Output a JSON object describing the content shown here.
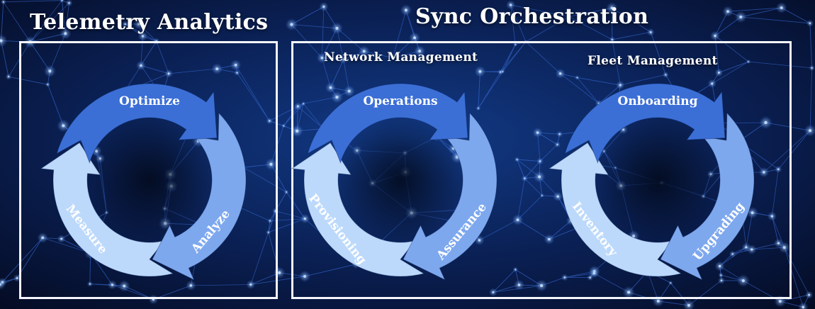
{
  "sections": [
    {
      "title": "Telemetry Analytics",
      "cycles": [
        {
          "subtitle": "",
          "steps": [
            "Optimize",
            "Analyze",
            "Measure"
          ]
        }
      ]
    },
    {
      "title": "Sync Orchestration",
      "cycles": [
        {
          "subtitle": "Network Management",
          "steps": [
            "Operations",
            "Assurance",
            "Provisioning"
          ]
        },
        {
          "subtitle": "Fleet Management",
          "steps": [
            "Onboarding",
            "Upgrading",
            "Inventory"
          ]
        }
      ]
    }
  ],
  "colors": {
    "background": "#06122e",
    "network_lines": "#3d74e6",
    "node": "#bcd8ff",
    "frame": "#f4f6fb",
    "arc_top": "#3b6fd6",
    "arc_right": "#7ea8ee",
    "arc_left": "#bcd9fb"
  }
}
